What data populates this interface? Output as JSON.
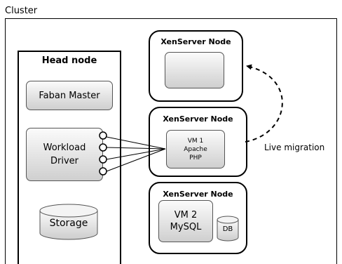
{
  "cluster": {
    "label": "Cluster"
  },
  "head_node": {
    "title": "Head node",
    "faban_master": "Faban Master",
    "workload_line1": "Workload",
    "workload_line2": "Driver",
    "storage": "Storage"
  },
  "nodes": [
    {
      "title": "XenServer Node"
    },
    {
      "title": "XenServer Node",
      "vm_line1": "VM 1",
      "vm_line2": "Apache",
      "vm_line3": "PHP"
    },
    {
      "title": "XenServer Node",
      "vm_line1": "VM 2",
      "vm_line2": "MySQL",
      "db": "DB"
    }
  ],
  "migration": {
    "label": "Live migration"
  }
}
